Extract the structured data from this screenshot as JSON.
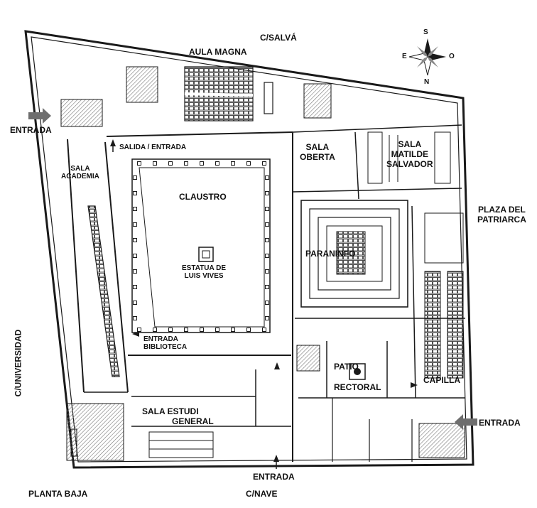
{
  "map": {
    "floor_label": "PLANTA BAJA",
    "streets": {
      "north": "C/SALVÁ",
      "south": "C/NAVE",
      "west": "C/UNIVERSIDAD",
      "east_line1": "PLAZA DEL",
      "east_line2": "PATRIARCA"
    },
    "compass": {
      "north": "N",
      "south": "S",
      "east": "E",
      "west": "O"
    },
    "rooms": {
      "aula_magna": "AULA MAGNA",
      "sala_academia_1": "SALA",
      "sala_academia_2": "ACADEMIA",
      "claustro": "CLAUSTRO",
      "statue_1": "ESTATUA DE",
      "statue_2": "LUIS VIVES",
      "sala_oberta_1": "SALA",
      "sala_oberta_2": "OBERTA",
      "matilde_1": "SALA",
      "matilde_2": "MATILDE",
      "matilde_3": "SALVADOR",
      "paraninfo": "PARANINFO",
      "patio_1": "PATIO",
      "patio_2": "RECTORAL",
      "capilla": "CAPILLA",
      "estudi_1": "SALA ESTUDI",
      "estudi_2": "GENERAL"
    },
    "entrances": {
      "west": "ENTRADA",
      "salida": "SALIDA / ENTRADA",
      "biblioteca_1": "ENTRADA",
      "biblioteca_2": "BIBLIOTECA",
      "east": "ENTRADA",
      "south": "ENTRADA"
    },
    "colors": {
      "wall": "#1a1a1a",
      "hatch": "#888888",
      "fill": "#ffffff",
      "arrow": "#6e6e6e"
    }
  }
}
